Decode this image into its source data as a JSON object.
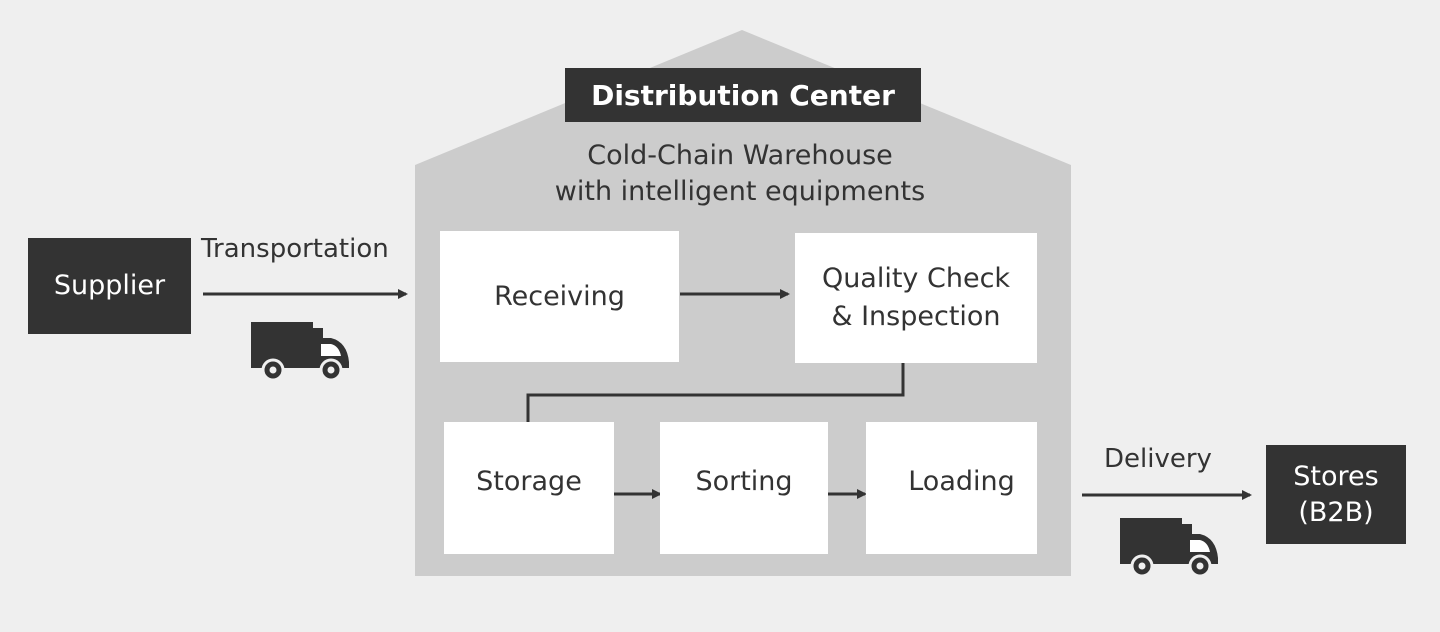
{
  "distribution_center": {
    "title": "Distribution Center",
    "subtitle_line1": "Cold-Chain Warehouse",
    "subtitle_line2": "with intelligent equipments"
  },
  "supplier": {
    "label": "Supplier"
  },
  "transportation": {
    "label": "Transportation"
  },
  "delivery": {
    "label": "Delivery"
  },
  "stores": {
    "line1": "Stores",
    "line2": "(B2B)"
  },
  "steps": {
    "receiving": "Receiving",
    "quality_line1": "Quality Check",
    "quality_line2": "& Inspection",
    "storage": "Storage",
    "sorting": "Sorting",
    "loading": "Loading"
  },
  "colors": {
    "background": "#efefef",
    "warehouse": "#cccccc",
    "dark": "#333333",
    "box": "#ffffff"
  },
  "icons": {
    "transport_vehicle": "truck-icon",
    "delivery_vehicle": "truck-icon"
  }
}
